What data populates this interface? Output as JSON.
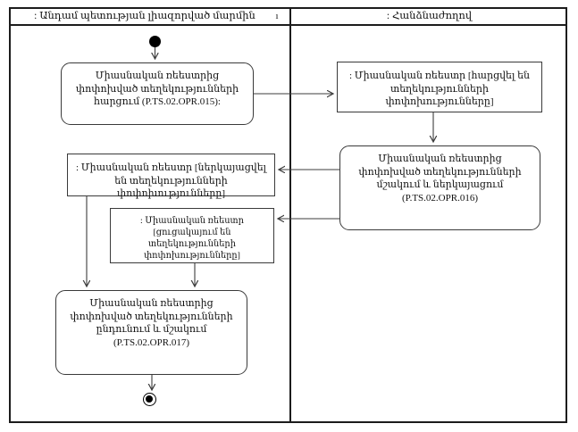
{
  "diagram": {
    "type": "uml-activity-swimlane",
    "colors": {
      "background": "#ffffff",
      "border": "#1c1c1c",
      "node_border": "#3a3a3a",
      "connector": "#3c3c3c"
    },
    "lanes": [
      {
        "title": ": Անդամ պետության լիազորված մարմին"
      },
      {
        "title": ": Հանձնաժողով"
      }
    ],
    "divider_mark": "ı",
    "nodes": {
      "activity_015": {
        "label": "Միասնական ռեեստրից փոփոխված տեղեկությունների հարցում (P.TS.02.OPR.015):"
      },
      "object_queried": {
        "label": ": Միասնական ռեեստր [հարցվել են տեղեկությունների փոփոխությունները]"
      },
      "activity_016": {
        "label": "Միասնական ռեեստրից փոփոխված տեղեկությունների մշակում և ներկայացում (P.TS.02.OPR.016)"
      },
      "object_submitted": {
        "label": ": Միասնական ռեեստր [ներկայացվել են տեղեկությունների փոփոխությունները]"
      },
      "object_listed": {
        "label": ": Միասնական ռեեստր [ցուցակայում են տեղեկությունների փոփոխությունները]"
      },
      "activity_017": {
        "label": "Միասնական ռեեստրից փոփոխված տեղեկությունների ընդունում և մշակում (P.TS.02.OPR.017)"
      }
    }
  }
}
